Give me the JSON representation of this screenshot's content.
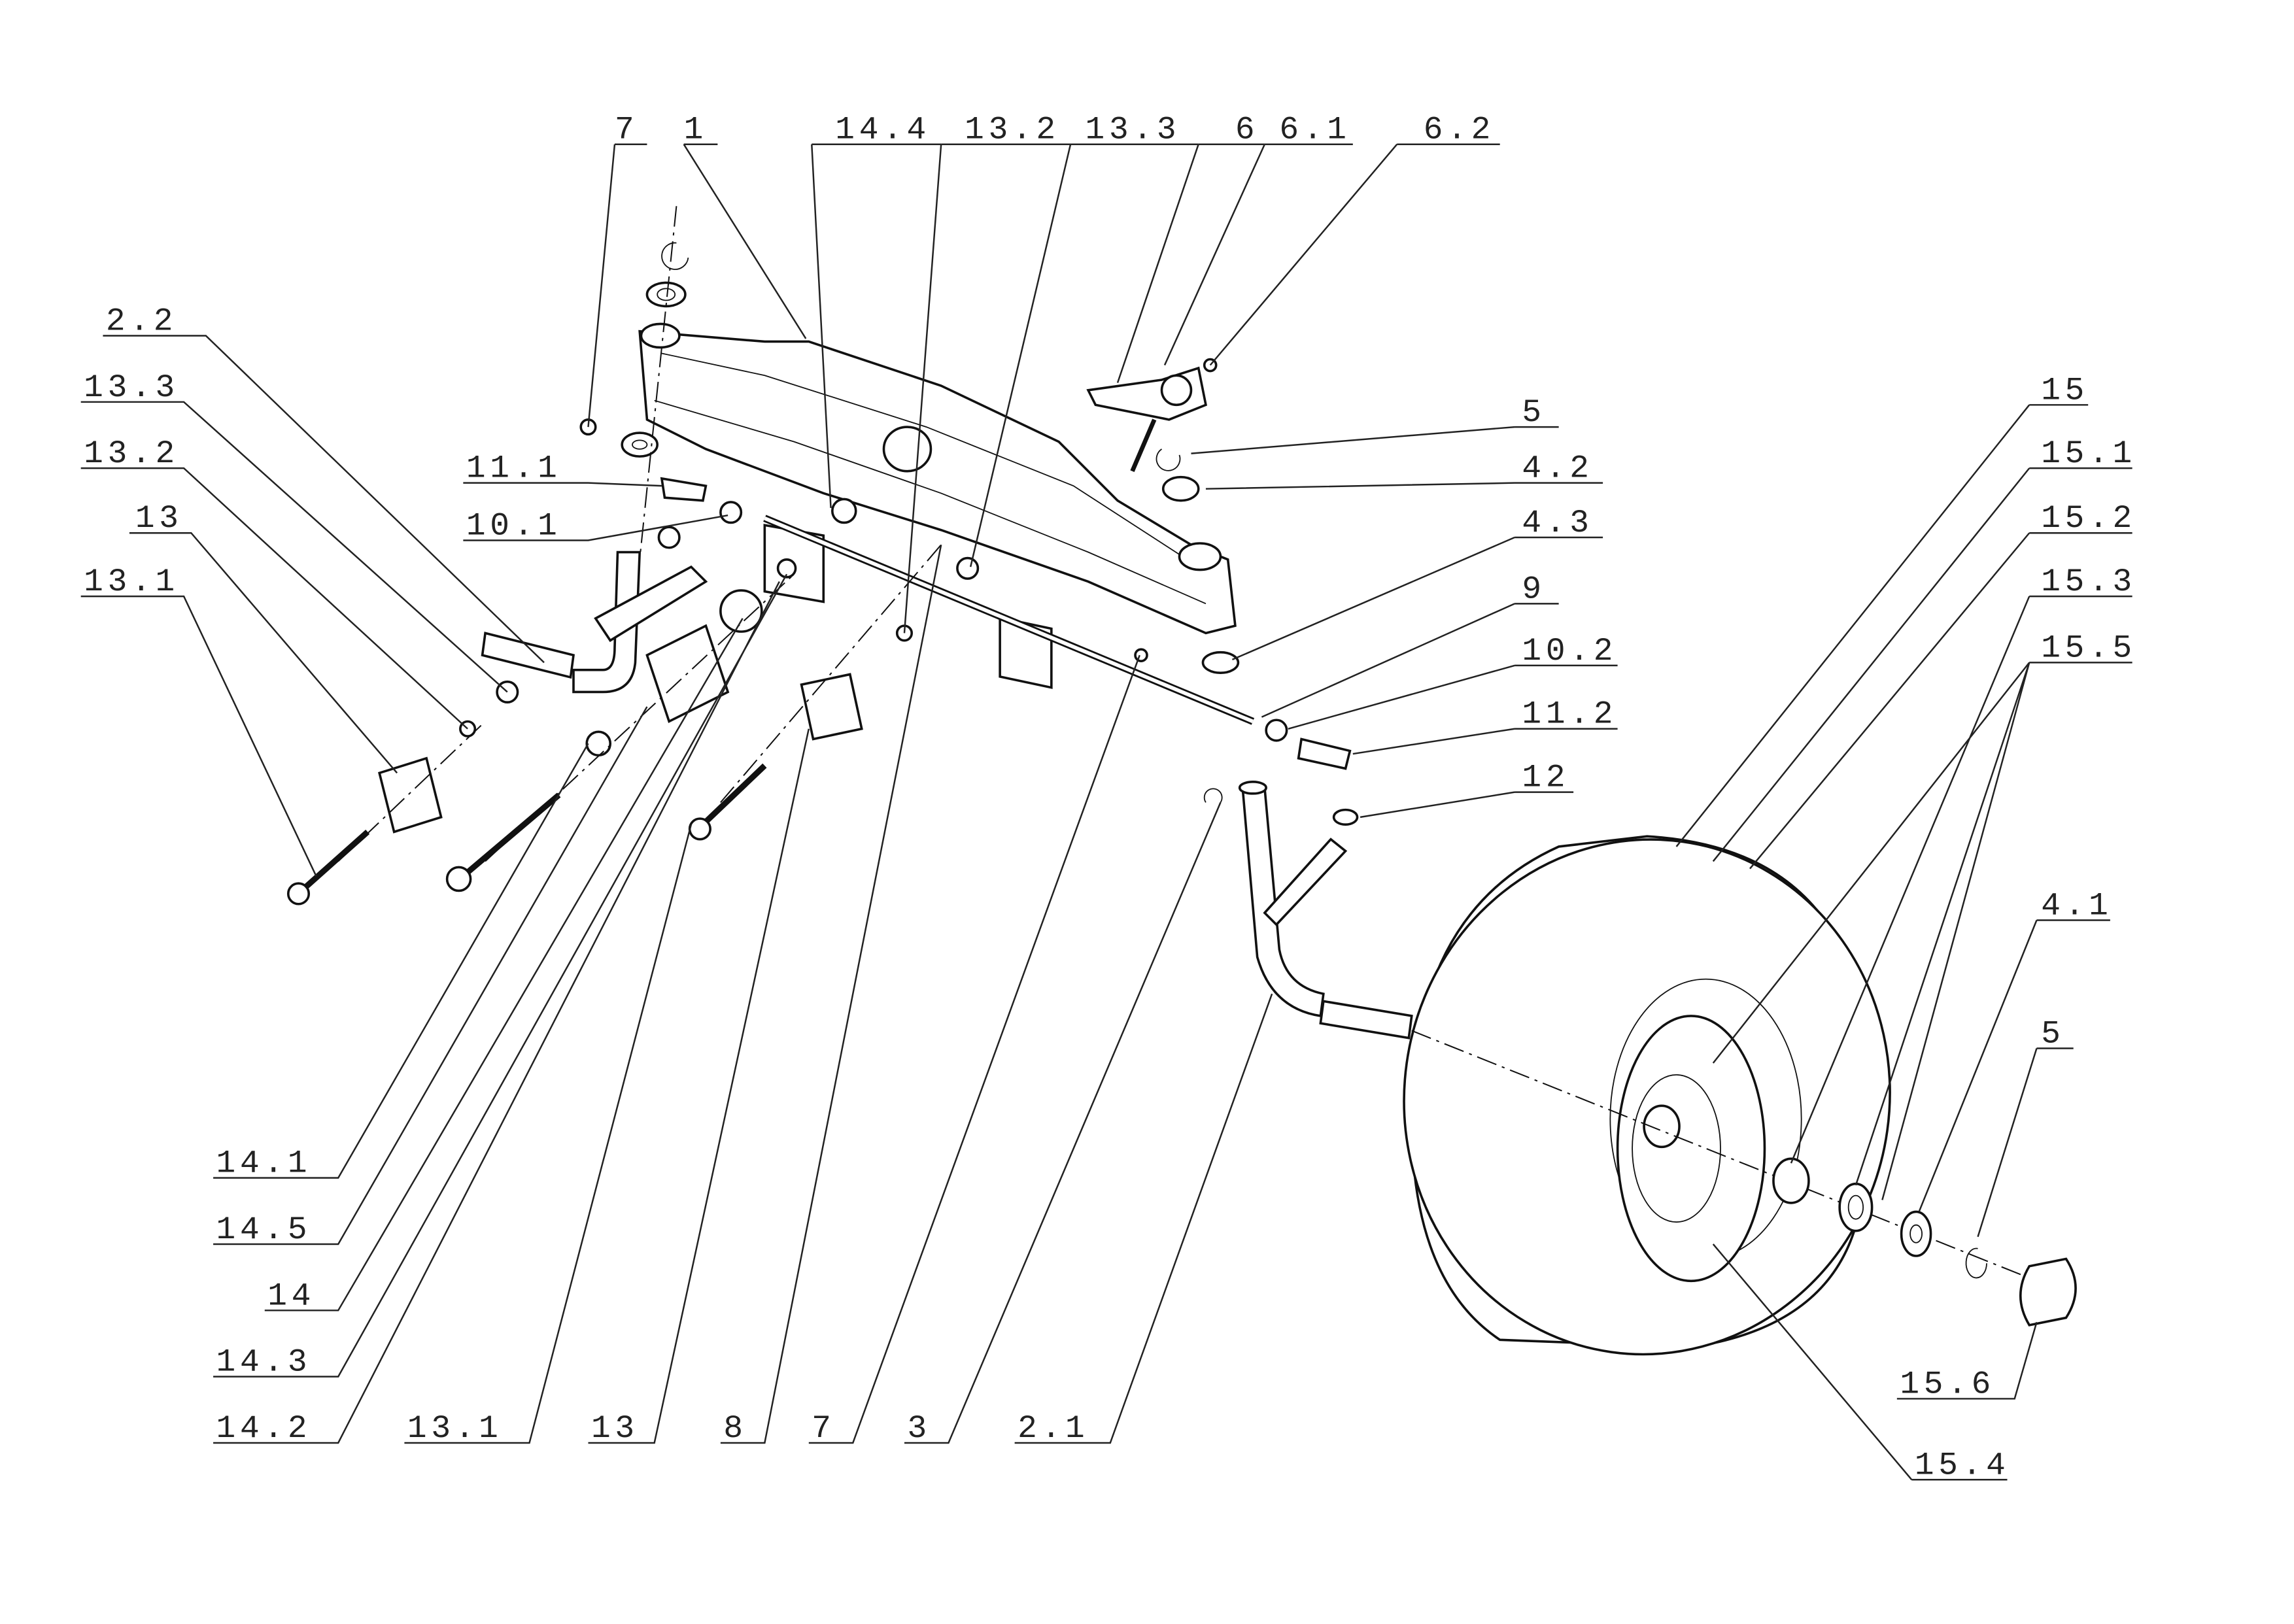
{
  "diagram": {
    "type": "exploded-parts-view",
    "labels": {
      "top": [
        "7",
        "1",
        "14.4",
        "13.2",
        "13.3",
        "6",
        "6.1",
        "6.2"
      ],
      "left": [
        "2.2",
        "13.3",
        "13.2",
        "13",
        "13.1"
      ],
      "middle": [
        "11.1",
        "10.1"
      ],
      "right": [
        "5",
        "4.2",
        "4.3",
        "9",
        "10.2",
        "11.2",
        "12"
      ],
      "wheel": [
        "15",
        "15.1",
        "15.2",
        "15.3",
        "15.5"
      ],
      "wheel_hub": [
        "4.1",
        "5",
        "15.6",
        "15.4"
      ],
      "bottom_left": [
        "14.1",
        "14.5",
        "14",
        "14.3",
        "14.2"
      ],
      "bottom": [
        "13.1",
        "13",
        "8",
        "7",
        "3",
        "2.1"
      ]
    }
  }
}
